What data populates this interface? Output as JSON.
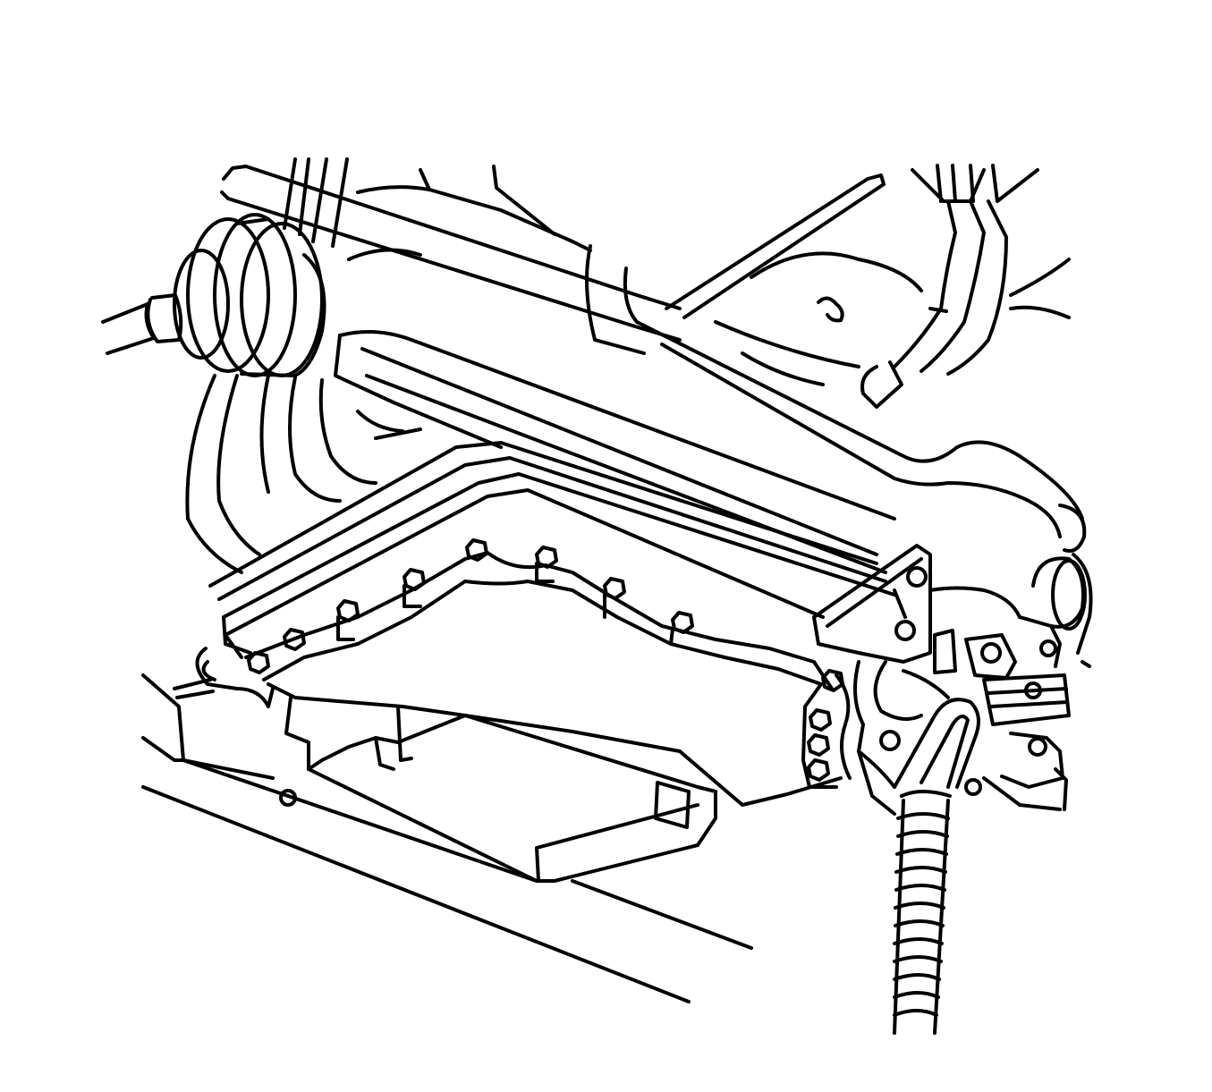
{
  "diagram": {
    "kind": "line-art",
    "colors": {
      "line": "#000000",
      "background": "#ffffff"
    },
    "parts": [
      "steering-rack",
      "cv-axle-boot",
      "oil-pan",
      "oil-pan-bolts",
      "engine-mount-bracket",
      "exhaust-flex-pipe",
      "subframe-rail",
      "hoses"
    ],
    "labels": []
  }
}
